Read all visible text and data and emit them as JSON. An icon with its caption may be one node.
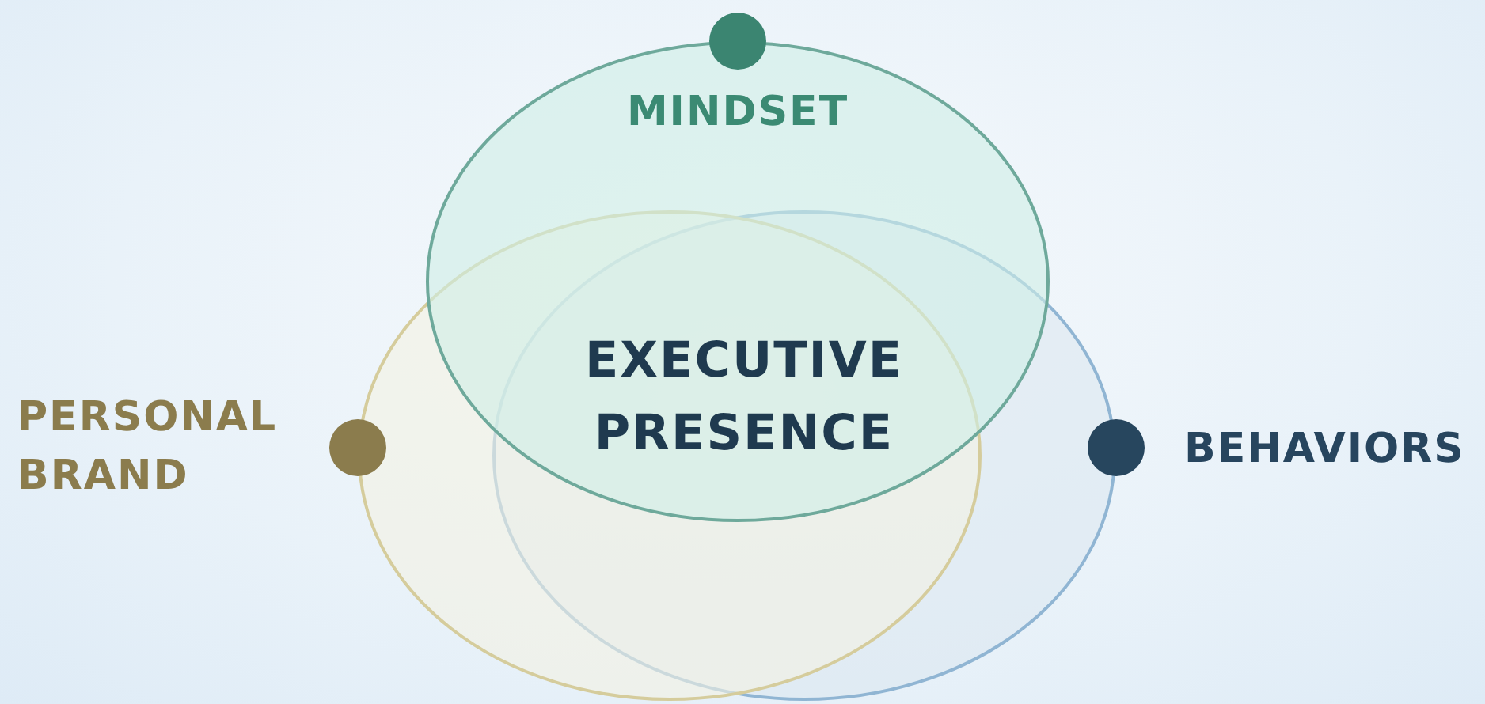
{
  "diagram": {
    "nodes": [
      {
        "text": [
          "MINDSET"
        ]
      },
      {
        "text": [
          "PERSONAL BRAND"
        ]
      },
      {
        "text": [
          "BEHAVIORS"
        ]
      }
    ],
    "labels": [
      "EXECUTIVE PRESENCE"
    ]
  }
}
